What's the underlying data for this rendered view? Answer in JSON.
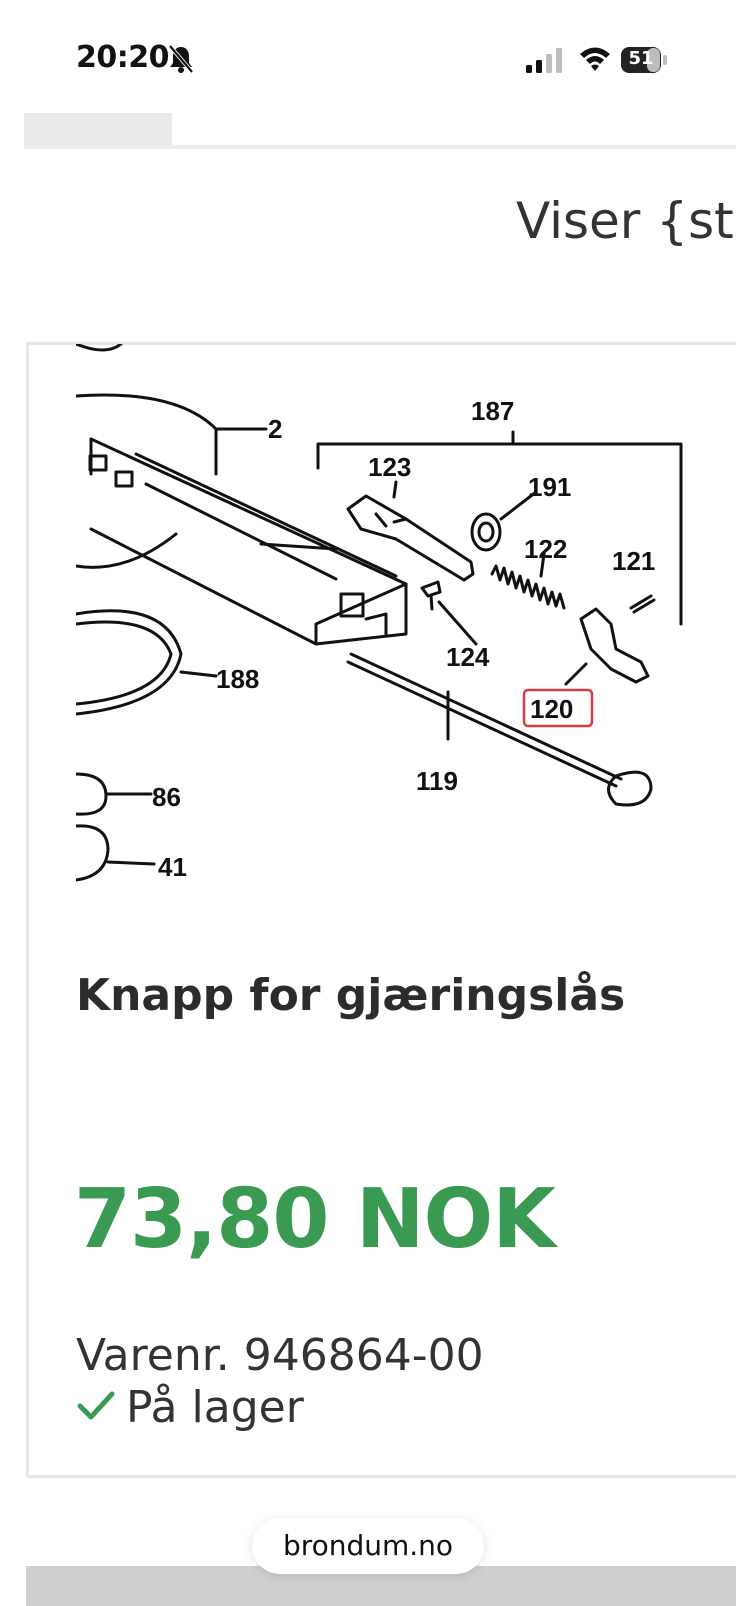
{
  "status_bar": {
    "time": "20:20",
    "battery": "51",
    "icons": [
      "bell-off-icon",
      "signal-icon",
      "wifi-icon",
      "battery-icon"
    ]
  },
  "results": {
    "count_text": "Viser {sta"
  },
  "product": {
    "title": "Knapp for gjæringslås",
    "price": "73,80 NOK",
    "sku": "Varenr. 946864-00",
    "stock": "På lager",
    "stock_color": "#3a9a52",
    "price_color": "#3a9a52",
    "diagram_labels": {
      "l187": "187",
      "l2": "2",
      "l123": "123",
      "l191": "191",
      "l122": "122",
      "l121": "121",
      "l124": "124",
      "l188": "188",
      "l120": "120",
      "l119": "119",
      "l86": "86",
      "l41": "41"
    }
  },
  "browser": {
    "url": "brondum.no"
  }
}
